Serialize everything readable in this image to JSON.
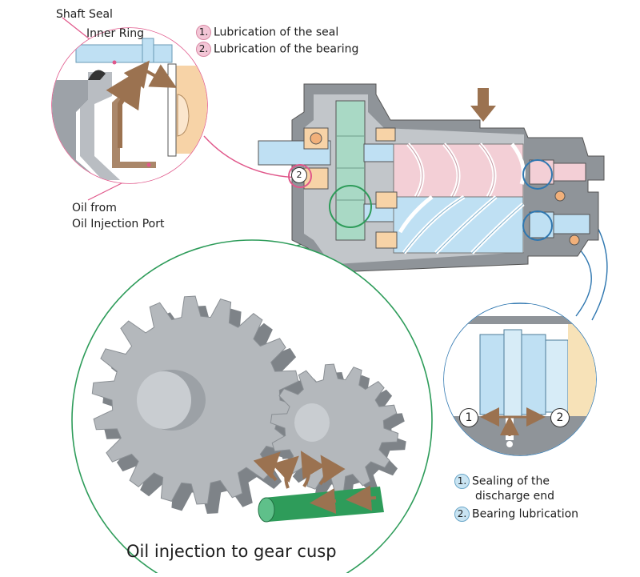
{
  "callouts": {
    "shaft_seal": "Shaft Seal",
    "inner_ring": "Inner Ring",
    "oil_from_line1": "Oil from",
    "oil_from_line2": "Oil Injection Port"
  },
  "legend_top": [
    {
      "num": "1.",
      "text": "Lubrication of the seal"
    },
    {
      "num": "2.",
      "text": "Lubrication of the bearing"
    }
  ],
  "legend_bottom": [
    {
      "num": "1.",
      "text": "Sealing of the",
      "text2": "discharge end"
    },
    {
      "num": "2.",
      "text": "Bearing lubrication"
    }
  ],
  "detail_badges": {
    "left": "1",
    "right": "2",
    "small": "2"
  },
  "gear_caption": "Oil injection to gear cusp",
  "colors": {
    "pink_accent": "#e0578a",
    "blue_accent": "#2f77b0",
    "green_accent": "#2e9c5a",
    "oil_arrow": "#9b7250",
    "rotor_male": "#f3cfd6",
    "rotor_female": "#bfe0f3",
    "gear_green": "#a9d9c5",
    "housing": "#9da2a8"
  }
}
